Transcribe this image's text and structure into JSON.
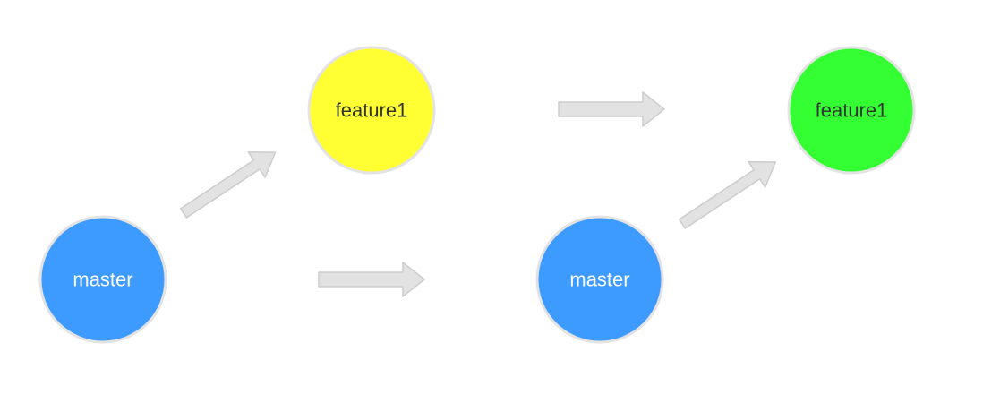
{
  "diagram": {
    "nodes": [
      {
        "id": "master-left",
        "label": "master",
        "fill": "#3d9bff",
        "text_color": "#ffffff"
      },
      {
        "id": "feature1-left",
        "label": "feature1",
        "fill": "#ffff33",
        "text_color": "#333333"
      },
      {
        "id": "master-right",
        "label": "master",
        "fill": "#3d9bff",
        "text_color": "#ffffff"
      },
      {
        "id": "feature1-right",
        "label": "feature1",
        "fill": "#33ff33",
        "text_color": "#333333"
      }
    ],
    "arrows": [
      {
        "id": "master-to-feature1-left",
        "from": "master-left",
        "to": "feature1-left"
      },
      {
        "id": "left-to-right-top",
        "from": "feature1-left",
        "to": "feature1-right"
      },
      {
        "id": "left-to-right-bottom",
        "from": "master-left",
        "to": "master-right"
      },
      {
        "id": "master-to-feature1-right",
        "from": "master-right",
        "to": "feature1-right"
      }
    ],
    "colors": {
      "node_border": "#e3e3e3",
      "arrow_fill": "#e2e2e2",
      "arrow_stroke": "#cccccc",
      "background": "#ffffff"
    }
  }
}
